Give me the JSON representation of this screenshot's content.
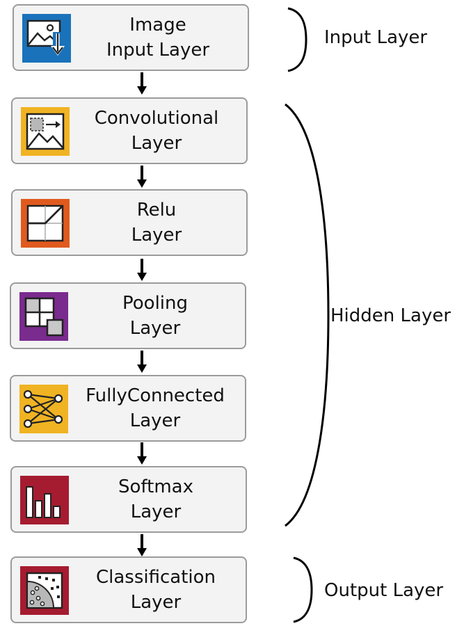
{
  "layers": [
    {
      "line1": "Image",
      "line2": "Input Layer",
      "icon": "image-input-icon",
      "color": "#1a72bb"
    },
    {
      "line1": "Convolutional",
      "line2": "Layer",
      "icon": "convolution-icon",
      "color": "#f0b323"
    },
    {
      "line1": "Relu",
      "line2": "Layer",
      "icon": "relu-icon",
      "color": "#e05a1e"
    },
    {
      "line1": "Pooling",
      "line2": "Layer",
      "icon": "pooling-icon",
      "color": "#7a2b8e"
    },
    {
      "line1": "FullyConnected",
      "line2": "Layer",
      "icon": "fully-connected-icon",
      "color": "#f0b323"
    },
    {
      "line1": "Softmax",
      "line2": "Layer",
      "icon": "softmax-icon",
      "color": "#a51c30"
    },
    {
      "line1": "Classification",
      "line2": "Layer",
      "icon": "classification-icon",
      "color": "#a51c30"
    }
  ],
  "groups": {
    "input": "Input Layer",
    "hidden": "Hidden Layer",
    "output": "Output Layer"
  }
}
